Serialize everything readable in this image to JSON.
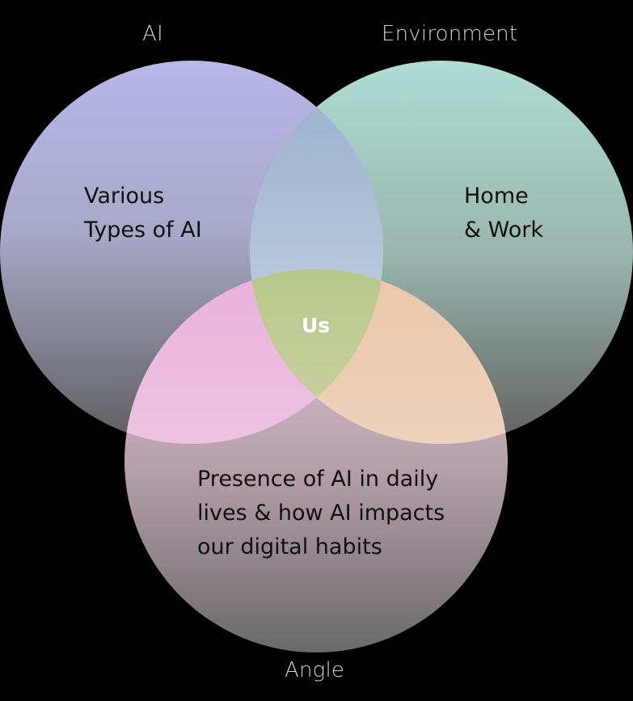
{
  "diagram": {
    "type": "venn",
    "circles": [
      {
        "id": "ai",
        "label": "AI",
        "content_lines": [
          "Various",
          "Types of AI"
        ],
        "color_top": "#b8b8ea",
        "color_bottom": "#606060"
      },
      {
        "id": "environment",
        "label": "Environment",
        "content_lines": [
          "Home",
          "& Work"
        ],
        "color_top": "#aeddd3",
        "color_bottom": "#646464"
      },
      {
        "id": "angle",
        "label": "Angle",
        "content_lines": [
          "Presence of AI in daily",
          "lives & how AI impacts",
          "our digital habits"
        ],
        "color_top": "#e9c9dc",
        "color_bottom": "#6c6c6c"
      }
    ],
    "intersections": {
      "ai_environment": "#a9c2e0",
      "ai_angle": "#eab5de",
      "environment_angle": "#ecccb0",
      "center": "#bccd8f"
    },
    "center_label": "Us",
    "background": "#000000"
  }
}
